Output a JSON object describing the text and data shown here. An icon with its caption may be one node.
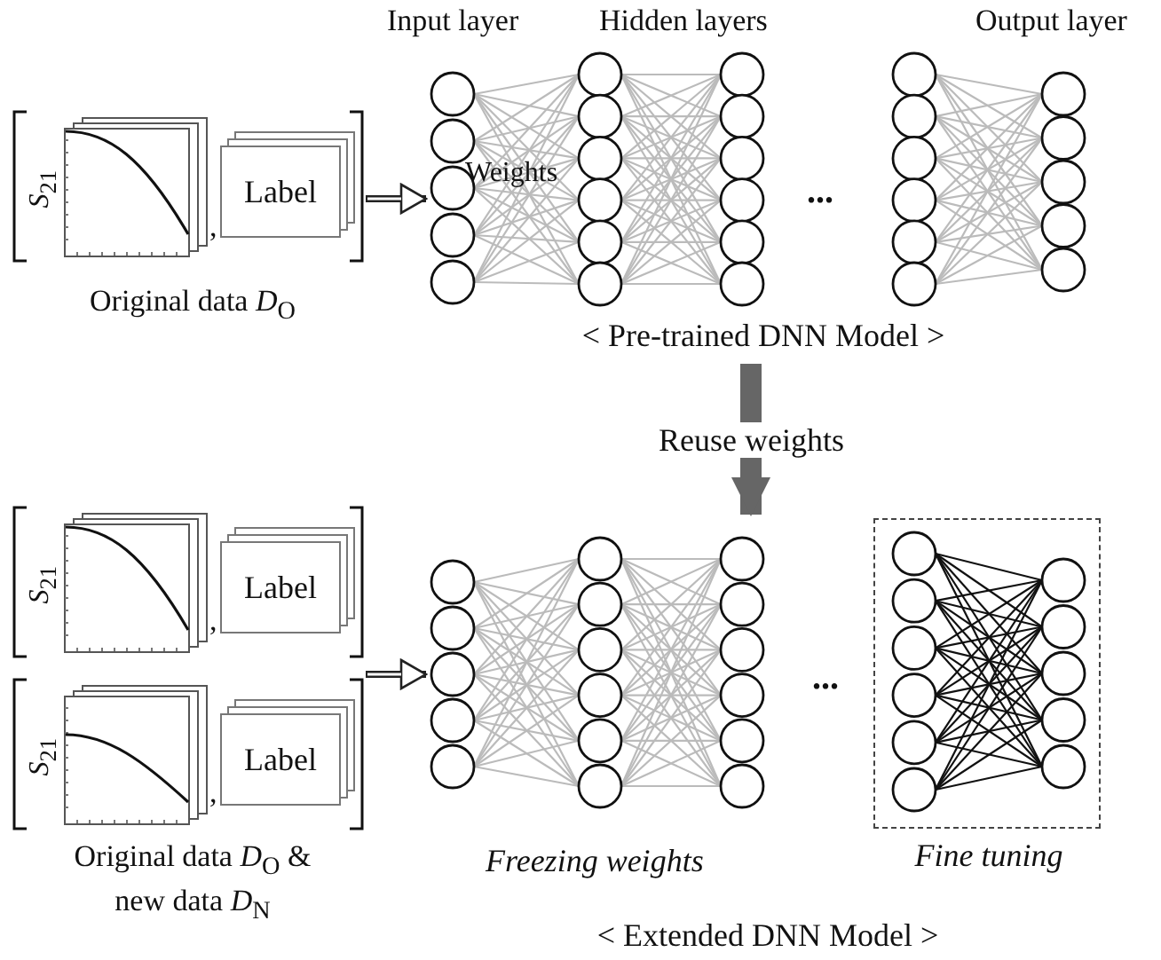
{
  "diagram": {
    "nodes": [
      {
        "text": [
          "Original data *D*$_{O}$"
        ]
      },
      {
        "text": [
          "*S*$_{21}$"
        ],
        "in": 0
      },
      {
        "text": [
          "Label"
        ],
        "in": 0
      },
      {
        "text": [
          "< Pre-trained DNN Model >"
        ]
      },
      {
        "text": [
          "Original data *D*$_{O}$ & new data *D*$_{N}$"
        ]
      },
      {
        "text": [
          "*S*$_{21}$"
        ],
        "in": 4
      },
      {
        "text": [
          "Label"
        ],
        "in": 4
      },
      {
        "text": [
          "*S*$_{21}$"
        ],
        "in": 4
      },
      {
        "text": [
          "Label"
        ],
        "in": 4
      },
      {
        "text": [
          "< Extended DNN Model >"
        ]
      },
      {
        "text": [
          "Fine tuning"
        ],
        "in": 9
      }
    ],
    "edges": [
      {
        "from": 0,
        "to": 3,
        "arrow": "to"
      },
      {
        "from": 4,
        "to": 9,
        "arrow": "to"
      },
      {
        "from": 3,
        "to": 9,
        "arrow": "to",
        "label": "Reuse weights",
        "style": "thick",
        "color": "#666666"
      }
    ],
    "labels": [
      "Input layer",
      "Hidden layers",
      "Output layer",
      ",",
      "Weights",
      "...",
      ",",
      ",",
      "...",
      "Freezing weights"
    ]
  }
}
